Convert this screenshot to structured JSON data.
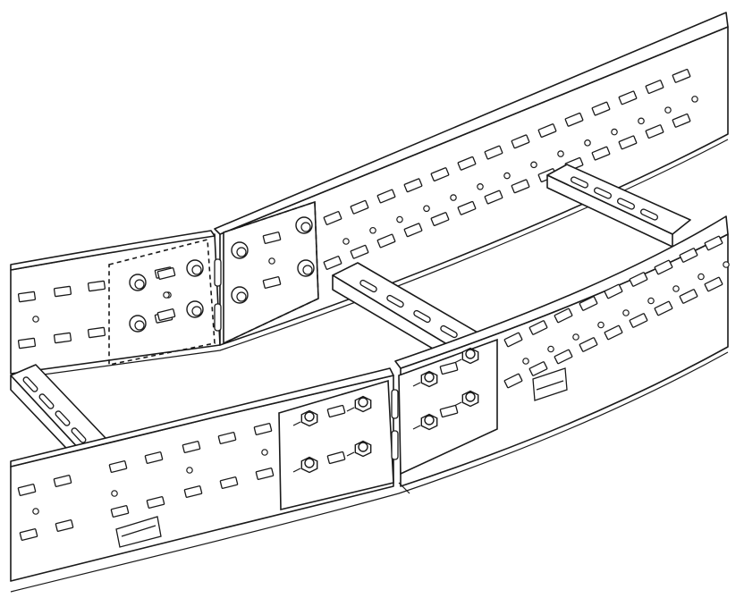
{
  "diagram": {
    "subject": "cable-ladder-angled-splice",
    "colors": {
      "line": "#1a1a1a",
      "fill": "#ffffff"
    },
    "elements": [
      "back-side-rail",
      "front-side-rail",
      "rung",
      "splice-plate-hidden",
      "splice-plate-front",
      "bolt-nut"
    ]
  }
}
